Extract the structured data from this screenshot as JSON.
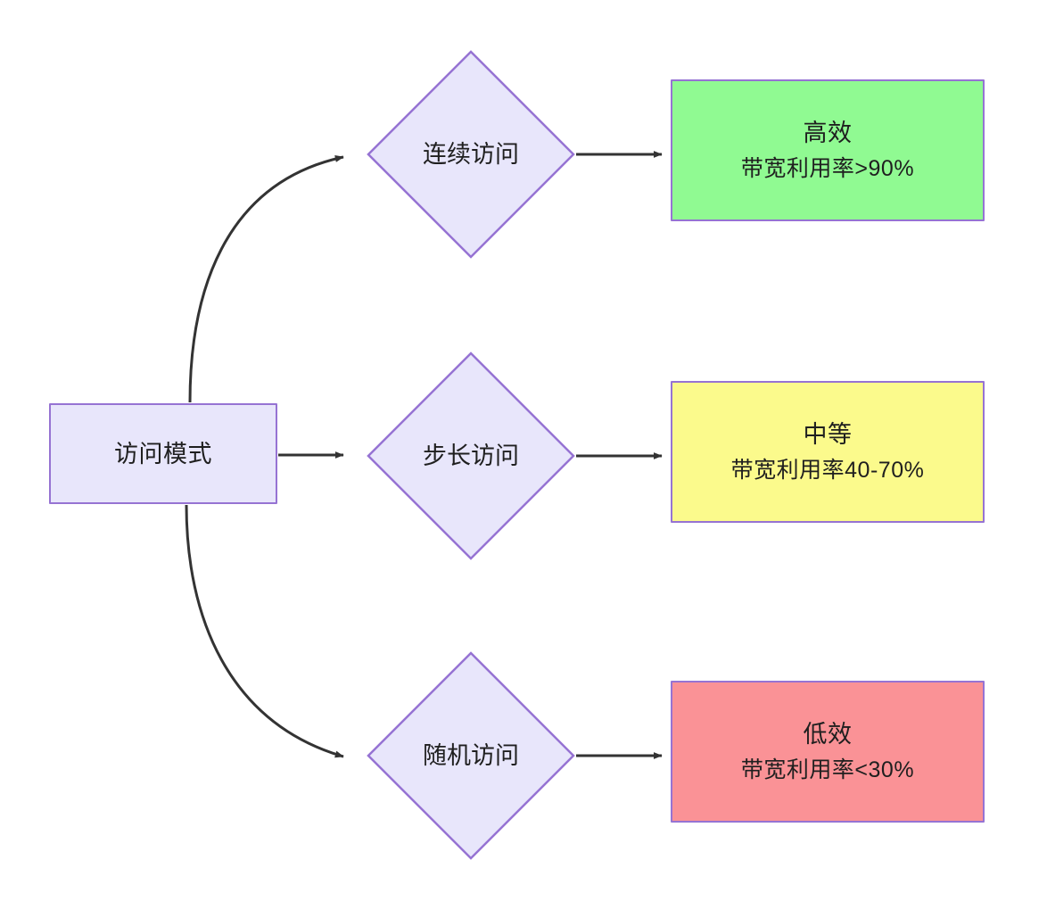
{
  "diagram": {
    "title": "",
    "type": "flowchart",
    "direction": "left-to-right",
    "background_color": "#ffffff",
    "node_border_color": "#9673d3",
    "edge_color": "#333333",
    "nodes": {
      "root": {
        "id": "root",
        "shape": "rectangle",
        "label": "访问模式",
        "fill_color": "#e8e6fb",
        "border_color": "#9673d3"
      },
      "decision_sequential": {
        "id": "decision_sequential",
        "shape": "diamond",
        "label": "连续访问",
        "fill_color": "#e8e6fb",
        "border_color": "#9673d3"
      },
      "decision_strided": {
        "id": "decision_strided",
        "shape": "diamond",
        "label": "步长访问",
        "fill_color": "#e8e6fb",
        "border_color": "#9673d3"
      },
      "decision_random": {
        "id": "decision_random",
        "shape": "diamond",
        "label": "随机访问",
        "fill_color": "#e8e6fb",
        "border_color": "#9673d3"
      },
      "result_high": {
        "id": "result_high",
        "shape": "rectangle",
        "title": "高效",
        "detail": "带宽利用率>90%",
        "fill_color": "#90fa92",
        "border_color": "#9673d3"
      },
      "result_medium": {
        "id": "result_medium",
        "shape": "rectangle",
        "title": "中等",
        "detail": "带宽利用率40-70%",
        "fill_color": "#fbfa8c",
        "border_color": "#9673d3"
      },
      "result_low": {
        "id": "result_low",
        "shape": "rectangle",
        "title": "低效",
        "detail": "带宽利用率<30%",
        "fill_color": "#fa9296",
        "border_color": "#9673d3"
      }
    },
    "edges": [
      {
        "id": "edge-root-sequential",
        "from": "root",
        "to": "decision_sequential",
        "label": "",
        "style": "curved",
        "arrow": "filled-triangle"
      },
      {
        "id": "edge-root-strided",
        "from": "root",
        "to": "decision_strided",
        "label": "",
        "style": "straight",
        "arrow": "filled-triangle"
      },
      {
        "id": "edge-root-random",
        "from": "root",
        "to": "decision_random",
        "label": "",
        "style": "curved",
        "arrow": "filled-triangle"
      },
      {
        "id": "edge-sequential-high",
        "from": "decision_sequential",
        "to": "result_high",
        "label": "",
        "style": "straight",
        "arrow": "filled-triangle"
      },
      {
        "id": "edge-strided-medium",
        "from": "decision_strided",
        "to": "result_medium",
        "label": "",
        "style": "straight",
        "arrow": "filled-triangle"
      },
      {
        "id": "edge-random-low",
        "from": "decision_random",
        "to": "result_low",
        "label": "",
        "style": "straight",
        "arrow": "filled-triangle"
      }
    ]
  }
}
